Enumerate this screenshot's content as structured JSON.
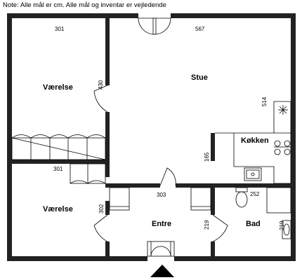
{
  "note": "Note: Alle mål er cm. Alle mål og inventar er vejledende",
  "rooms": {
    "vaerelse1": "Værelse",
    "vaerelse2": "Værelse",
    "stue": "Stue",
    "koekken": "Køkken",
    "entre": "Entre",
    "bad": "Bad"
  },
  "dimensions": {
    "d301_top": "301",
    "d567": "567",
    "d430": "430",
    "d514": "514",
    "d165": "165",
    "d301_mid": "301",
    "d303": "303",
    "d252": "252",
    "d302": "302",
    "d219_left": "219",
    "d219_right": "219"
  }
}
